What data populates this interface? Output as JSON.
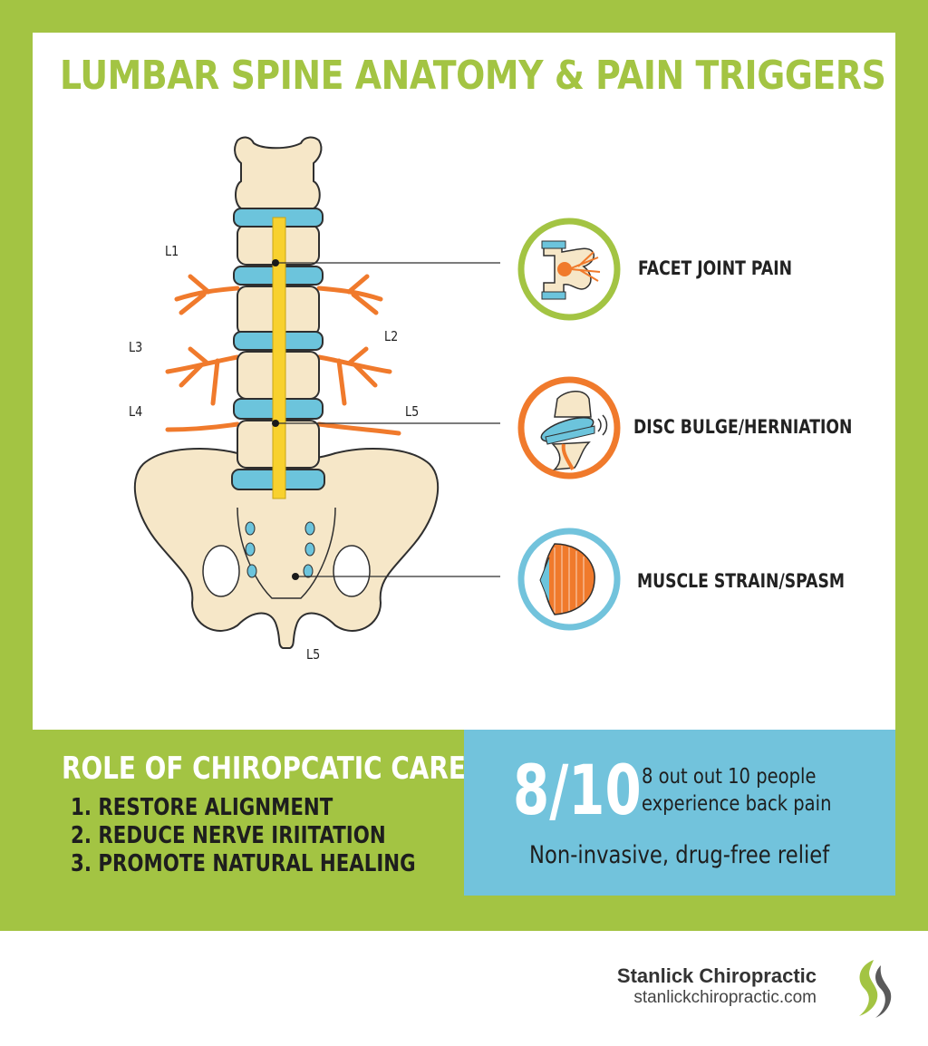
{
  "title": "LUMBAR SPINE ANATOMY & PAIN TRIGGERS",
  "diagram": {
    "vertebra_labels": [
      "L1",
      "L2",
      "L3",
      "L4",
      "L5",
      "L5"
    ],
    "callouts": [
      {
        "label": "FACET JOINT PAIN",
        "color": "#a3c443",
        "icon": "facet-joint-icon"
      },
      {
        "label": "DISC BULGE/HERNIATION",
        "color": "#f07a2c",
        "icon": "disc-bulge-icon"
      },
      {
        "label": "MUSCLE STRAIN/SPASM",
        "color": "#72c3dc",
        "icon": "muscle-strain-icon"
      }
    ],
    "colors": {
      "bone": "#f6e7c8",
      "disc": "#6cc4dc",
      "cord": "#f8d12e",
      "nerve": "#f07a2c"
    }
  },
  "care": {
    "title": "ROLE OF CHIROPCATIC CARE",
    "items": [
      "1. RESTORE ALIGNMENT",
      "2. REDUCE NERVE IRIITATION",
      "3. PROMOTE NATURAL HEALING"
    ]
  },
  "stat": {
    "value": "8/10",
    "line1": "8 out out 10 people",
    "line2": "experience back pain",
    "tagline": "Non-invasive, drug-free relief"
  },
  "brand": {
    "name": "Stanlick Chiropractic",
    "url": "stanlickchiropractic.com",
    "logo": "s-swoosh-logo"
  },
  "theme": {
    "green": "#a3c443",
    "blue": "#72c3dc",
    "orange": "#f07a2c"
  }
}
